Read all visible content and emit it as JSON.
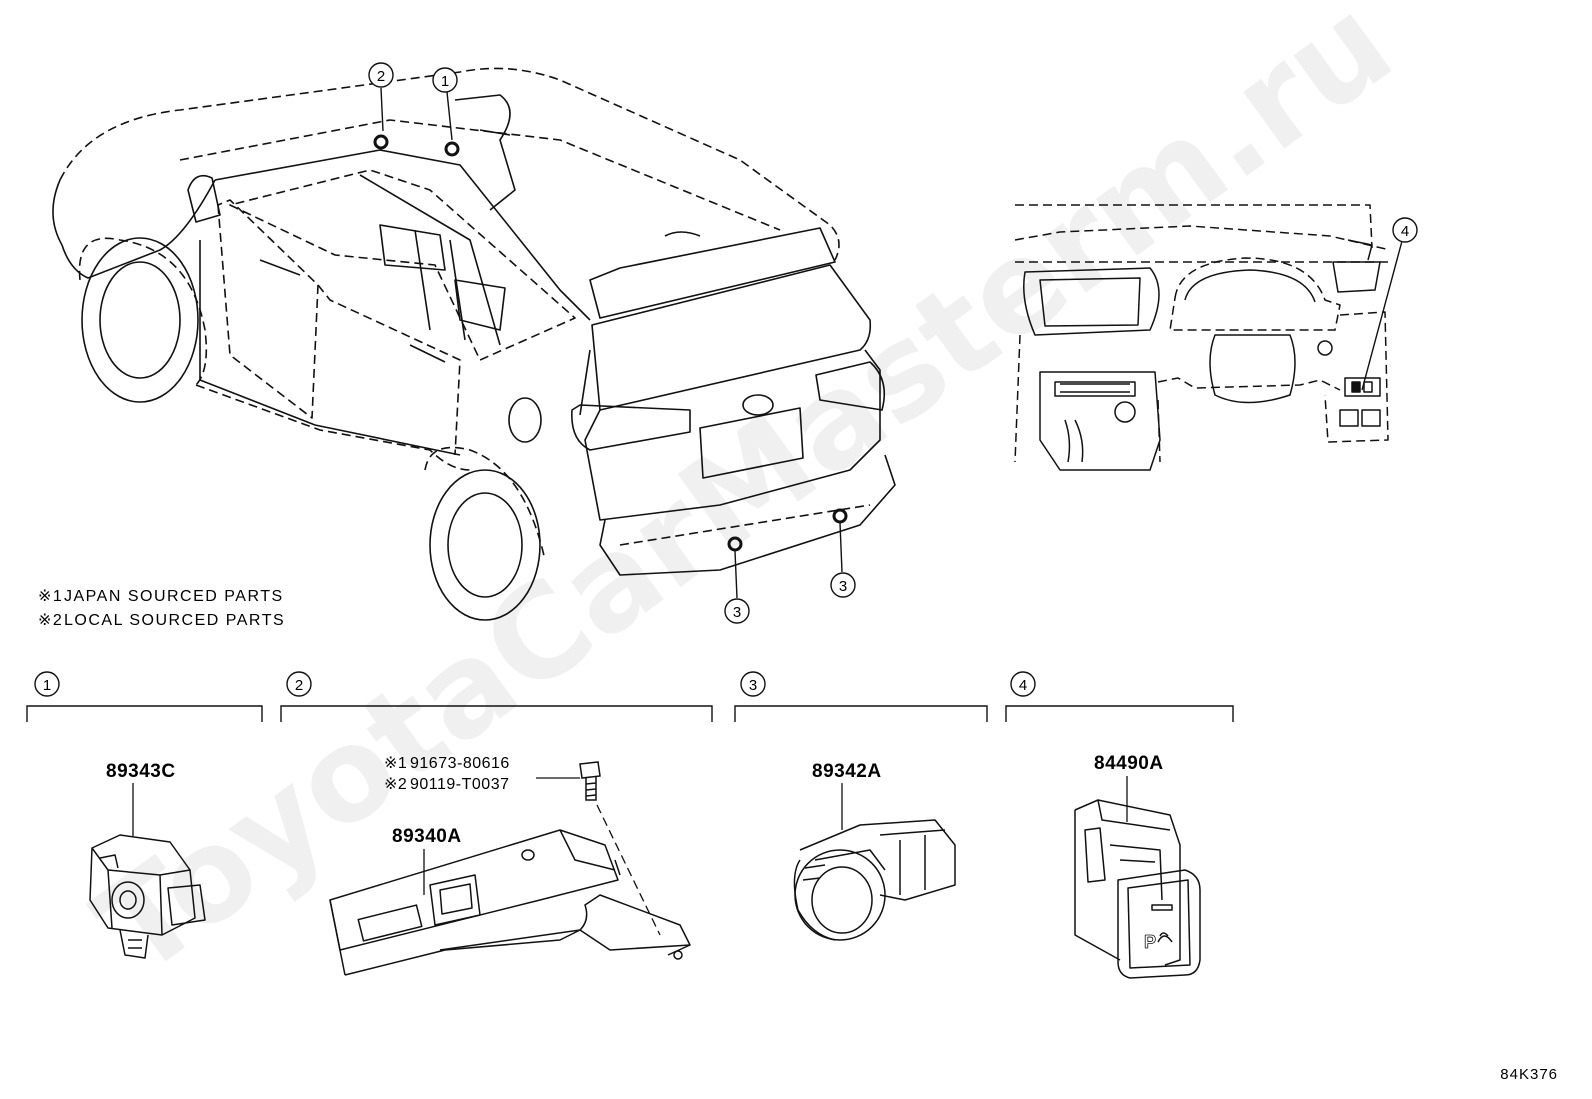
{
  "watermark": "ToyotaCarMasterm.ru",
  "notes": [
    {
      "mark": "※1",
      "text": "JAPAN SOURCED PARTS"
    },
    {
      "mark": "※2",
      "text": "LOCAL SOURCED PARTS"
    }
  ],
  "callouts": {
    "c1": "1",
    "c2": "2",
    "c3": "3",
    "c4": "4"
  },
  "groups": [
    {
      "num": "1",
      "parts": [
        "89343C"
      ]
    },
    {
      "num": "2",
      "parts": [
        "89340A"
      ],
      "bolts": [
        {
          "mark": "※1",
          "code": "91673-80616"
        },
        {
          "mark": "※2",
          "code": "90119-T0037"
        }
      ]
    },
    {
      "num": "3",
      "parts": [
        "89342A"
      ]
    },
    {
      "num": "4",
      "parts": [
        "84490A"
      ]
    }
  ],
  "diagram_code": "84K376"
}
